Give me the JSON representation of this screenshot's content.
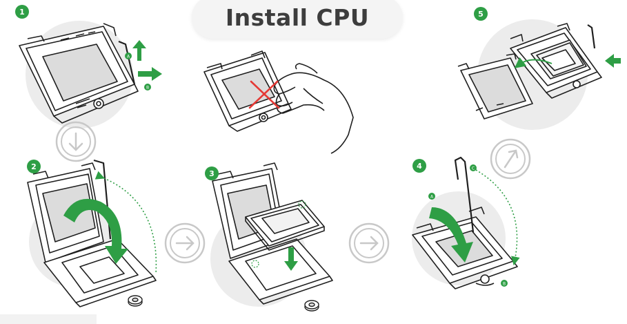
{
  "title": "Install CPU",
  "colors": {
    "accent_green": "#2e9e45",
    "stop_red": "#e53935",
    "line": "#1f1f1f",
    "blob": "#ececec"
  },
  "steps": [
    {
      "number": "1",
      "labels": [
        "A",
        "B"
      ]
    },
    {
      "number": "2",
      "labels": []
    },
    {
      "number": "3",
      "labels": []
    },
    {
      "number": "4",
      "labels": [
        "A",
        "B",
        "C"
      ]
    },
    {
      "number": "5",
      "labels": []
    }
  ],
  "flow_icons": [
    "arrow-down-icon",
    "arrow-right-icon",
    "arrow-right-icon",
    "arrow-up-right-icon"
  ],
  "warning_icon": "cross-icon"
}
